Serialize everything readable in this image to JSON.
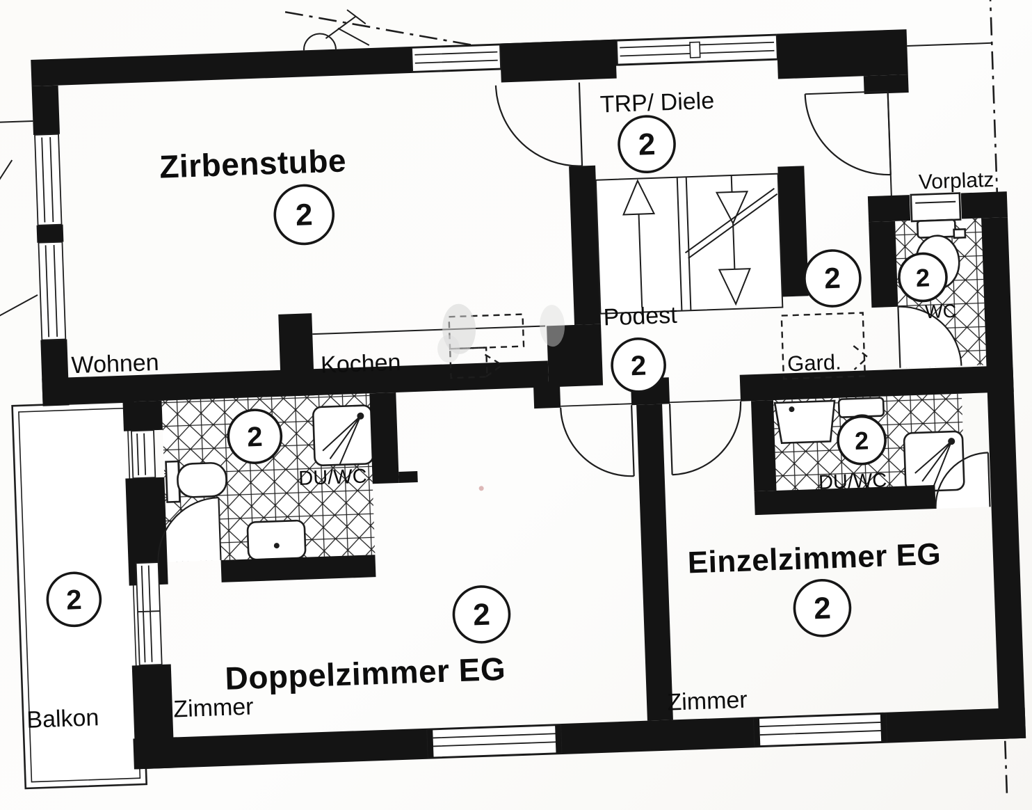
{
  "floorplan": {
    "unit_badge": "2",
    "rooms": {
      "zirbenstube": "Zirbenstube",
      "wohnen": "Wohnen",
      "kochen": "Kochen",
      "trp_diele": "TRP/ Diele",
      "podest": "Podest",
      "vorplatz": "Vorplatz",
      "garderobe": "Gard.",
      "wc": "WC",
      "du_wc_left": "DU/WC",
      "du_wc_right": "DU/WC",
      "balkon": "Balkon",
      "doppelzimmer": "Doppelzimmer EG",
      "einzelzimmer": "Einzelzimmer EG",
      "zimmer_left": "Zimmer",
      "zimmer_right": "Zimmer"
    },
    "colors": {
      "wall": "#141414",
      "paper": "#fcfbf9",
      "line": "#1d1d1d"
    }
  }
}
